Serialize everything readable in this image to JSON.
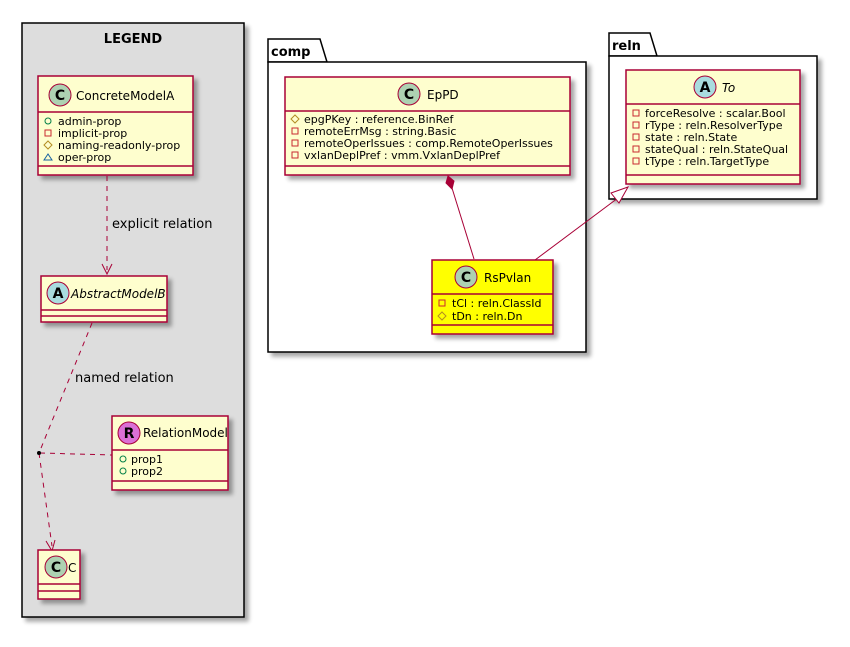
{
  "colors": {
    "class_fill": "#FEFECE",
    "class_border": "#A80036",
    "highlight_fill": "#FFFF00",
    "legend_fill": "#DDDDDD",
    "package_fill": "#FFFFFF",
    "circle_c": "#ADD1B2",
    "circle_a": "#A9DCDF",
    "circle_r": "#DA70D6",
    "edge": "#A80036"
  },
  "legend": {
    "title": "LEGEND",
    "concrete": {
      "letter": "C",
      "name": "ConcreteModelA",
      "attrs": [
        {
          "vis": "+",
          "text": "admin-prop"
        },
        {
          "vis": "-",
          "text": "implicit-prop"
        },
        {
          "vis": "#",
          "text": "naming-readonly-prop"
        },
        {
          "vis": "~",
          "text": "oper-prop"
        }
      ]
    },
    "explicit_relation": "explicit relation",
    "abstract": {
      "letter": "A",
      "name": "AbstractModelB"
    },
    "named_relation": "named relation",
    "relation_model": {
      "letter": "R",
      "name": "RelationModel",
      "attrs": [
        {
          "vis": "+",
          "text": "prop1"
        },
        {
          "vis": "+",
          "text": "prop2"
        }
      ]
    },
    "c_class": {
      "letter": "C",
      "name": "C"
    }
  },
  "comp": {
    "package_name": "comp",
    "eppd": {
      "letter": "C",
      "name": "EpPD",
      "attrs": [
        {
          "vis": "#",
          "text": "epgPKey : reference.BinRef"
        },
        {
          "vis": "-",
          "text": "remoteErrMsg : string.Basic"
        },
        {
          "vis": "-",
          "text": "remoteOperIssues : comp.RemoteOperIssues"
        },
        {
          "vis": "-",
          "text": "vxlanDeplPref : vmm.VxlanDeplPref"
        }
      ]
    },
    "rspvlan": {
      "letter": "C",
      "name": "RsPvlan",
      "attrs": [
        {
          "vis": "-",
          "text": "tCl : reln.ClassId"
        },
        {
          "vis": "#",
          "text": "tDn : reln.Dn"
        }
      ]
    }
  },
  "reln": {
    "package_name": "reln",
    "to": {
      "letter": "A",
      "name": "To",
      "attrs": [
        {
          "vis": "-",
          "text": "forceResolve : scalar.Bool"
        },
        {
          "vis": "-",
          "text": "rType : reln.ResolverType"
        },
        {
          "vis": "-",
          "text": "state : reln.State"
        },
        {
          "vis": "-",
          "text": "stateQual : reln.StateQual"
        },
        {
          "vis": "-",
          "text": "tType : reln.TargetType"
        }
      ]
    }
  }
}
